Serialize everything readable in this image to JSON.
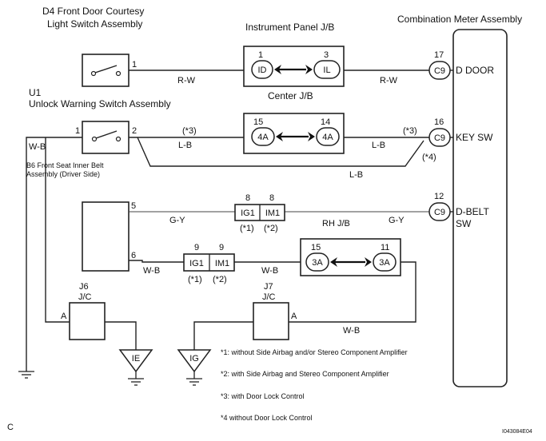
{
  "components": {
    "d4_title_1": "D4 Front Door Courtesy",
    "d4_title_2": "Light Switch Assembly",
    "ip_jb": "Instrument Panel J/B",
    "combo_meter": "Combination Meter Assembly",
    "u1_code": "U1",
    "u1_name": "Unlock Warning Switch Assembly",
    "center_jb": "Center J/B",
    "b6_1": "B6 Front Seat Inner Belt",
    "b6_2": "Assembly (Driver Side)",
    "rh_jb": "RH J/B",
    "j6_code": "J6",
    "j6_type": "J/C",
    "j7_code": "J7",
    "j7_type": "J/C"
  },
  "pins": {
    "d4": "1",
    "u1_1": "1",
    "u1_2": "2",
    "b6_5": "5",
    "b6_6": "6",
    "j6_a": "A",
    "j7_a": "A",
    "id_pin": "1",
    "il_pin": "3",
    "c4a_15": "15",
    "c4a_14": "14",
    "ig1_8": "8",
    "im1_8": "8",
    "ig1_9": "9",
    "im1_9": "9",
    "c3a_15": "15",
    "c3a_11": "11",
    "meter_17": "17",
    "meter_16": "16",
    "meter_12": "12"
  },
  "connectors": {
    "id": "ID",
    "il": "IL",
    "c4a_l": "4A",
    "c4a_r": "4A",
    "ig1_a": "IG1",
    "im1_a": "IM1",
    "ig1_b": "IG1",
    "im1_b": "IM1",
    "c3a_l": "3A",
    "c3a_r": "3A",
    "c9_a": "C9",
    "c9_b": "C9",
    "c9_c": "C9"
  },
  "wires": {
    "rw_1": "R-W",
    "rw_2": "R-W",
    "wb_1": "W-B",
    "lb_1": "L-B",
    "lb_2": "L-B",
    "lb_3": "L-B",
    "gy_1": "G-Y",
    "gy_2": "G-Y",
    "wb_2": "W-B",
    "wb_3": "W-B",
    "wb_4": "W-B"
  },
  "marks": {
    "s3_a": "(*3)",
    "s3_b": "(*3)",
    "s4": "(*4)",
    "s1_a": "(*1)",
    "s2_a": "(*2)",
    "s1_b": "(*1)",
    "s2_b": "(*2)"
  },
  "terminals": {
    "d_door": "D DOOR",
    "key_sw": "KEY SW",
    "d_belt_1": "D-BELT",
    "d_belt_2": "SW"
  },
  "grounds": {
    "ie": "IE",
    "ig": "IG"
  },
  "notes": [
    "*1: without Side Airbag and/or Stereo Component Amplifier",
    "*2: with Side Airbag and Stereo Component Amplifier",
    "*3: with Door Lock Control",
    "*4 without Door Lock Control"
  ],
  "corner_letter": "C",
  "figure_code": "I043084E04"
}
